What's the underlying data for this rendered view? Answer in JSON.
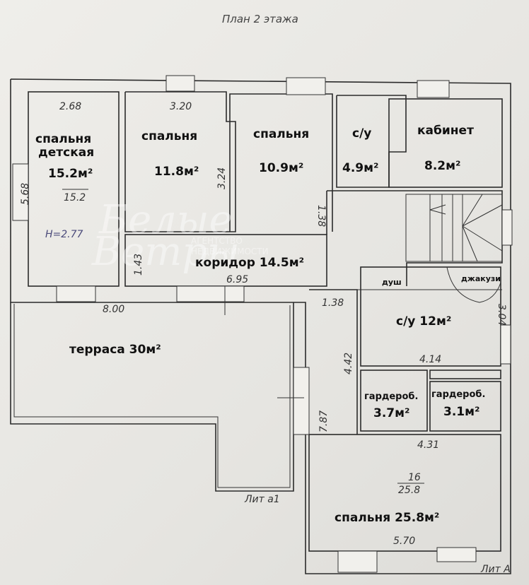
{
  "title": "План 2 этажа",
  "rooms": {
    "kids_bedroom": {
      "name_line1": "спальня",
      "name_line2": "детская",
      "area": "15.2м²",
      "width": "2.68",
      "length": "5.68",
      "plan_area": "15.2",
      "height": "H=2.77"
    },
    "bedroom1": {
      "name": "спальня",
      "area": "11.8м²",
      "width": "3.20",
      "length": "3.24"
    },
    "bedroom2": {
      "name": "спальня",
      "area": "10.9м²"
    },
    "wc_small": {
      "name": "с/у",
      "area": "4.9м²"
    },
    "office": {
      "name": "кабинет",
      "area": "8.2м²"
    },
    "corridor": {
      "name": "коридор 14.5м²",
      "length": "6.95",
      "width": "1.43",
      "stair_width": "1.38"
    },
    "terrace": {
      "name": "терраса 30м²",
      "width": "8.00"
    },
    "wc_large": {
      "name": "с/у 12м²",
      "shower": "душ",
      "jacuzzi": "джакузи",
      "width": "4.14",
      "height": "3.04"
    },
    "hall_strip": {
      "width": "1.38",
      "length_upper": "4.42",
      "length_lower": "7.87"
    },
    "wardrobe1": {
      "name": "гардероб.",
      "area": "3.7м²"
    },
    "wardrobe2": {
      "name": "гардероб.",
      "area": "3.1м²"
    },
    "master_bedroom": {
      "name": "спальня 25.8м²",
      "width_top": "4.31",
      "width_bottom": "5.70",
      "plan_num": "16",
      "plan_area": "25.8"
    }
  },
  "labels": {
    "lit_a1": "Лит а1",
    "lit_a": "Лит А"
  },
  "watermark": {
    "brand_top": "Белые",
    "brand_bottom": "Ветры",
    "agency1": "АГЕНТСТВО",
    "agency2": "НЕДВИЖИМОСТИ"
  }
}
